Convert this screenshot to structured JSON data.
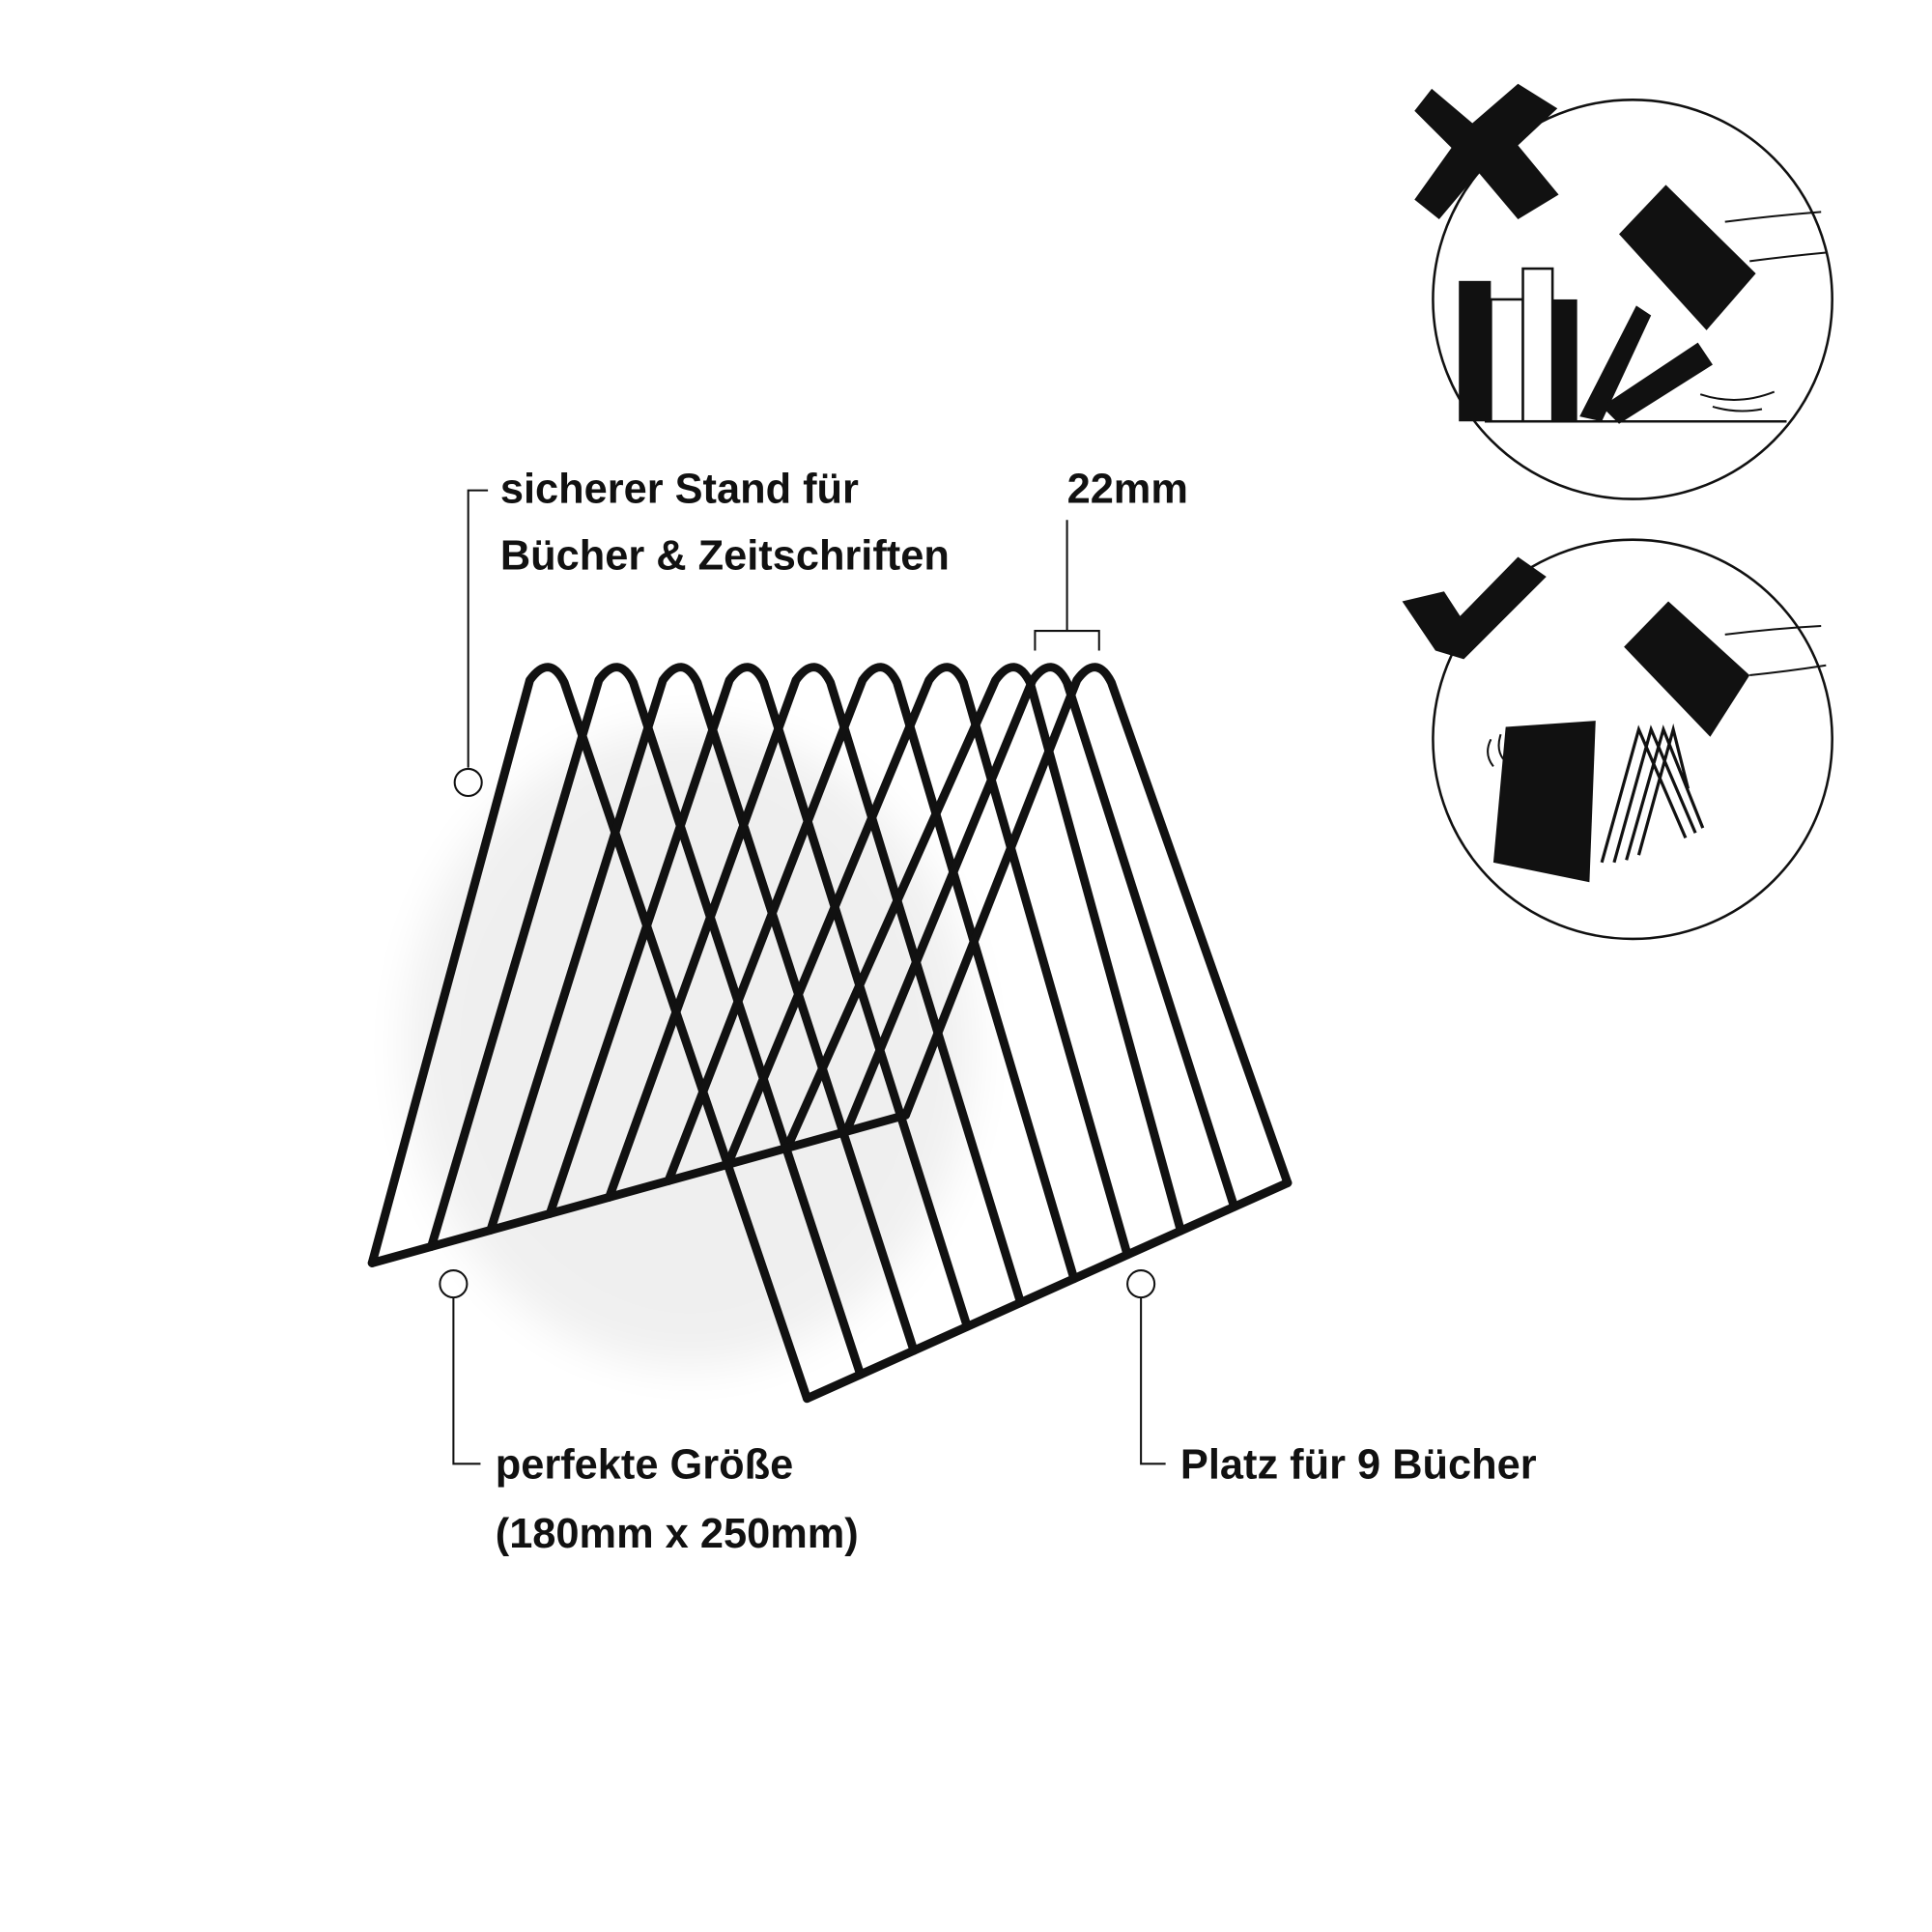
{
  "labels": {
    "stand_line1": "sicherer Stand für",
    "stand_line2": "Bücher & Zeitschriften",
    "spacing": "22mm",
    "size_line1": "perfekte Größe",
    "size_line2": "(180mm x 250mm)",
    "capacity": "Platz für 9 Bücher"
  },
  "colors": {
    "ink": "#111111",
    "background": "#ffffff"
  },
  "icons": [
    "cross-mark-icon",
    "check-mark-icon"
  ],
  "rack": {
    "slots": 9
  }
}
